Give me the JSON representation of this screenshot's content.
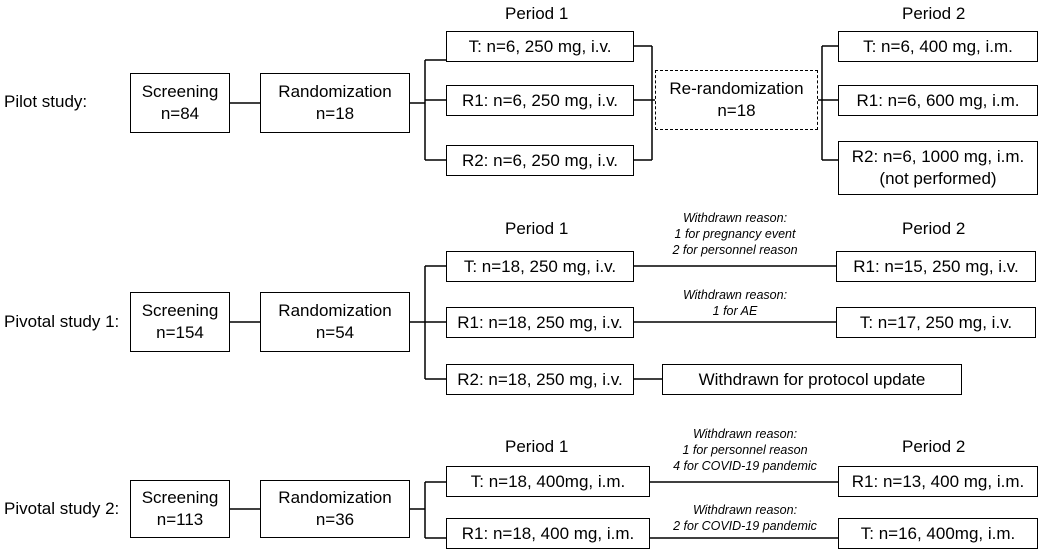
{
  "pilot": {
    "label": "Pilot study:",
    "period1": "Period 1",
    "period2": "Period 2",
    "screening": [
      "Screening",
      "n=84"
    ],
    "randomization": [
      "Randomization",
      "n=18"
    ],
    "arms_p1": [
      "T:  n=6, 250 mg, i.v.",
      "R1:  n=6, 250 mg, i.v.",
      "R2:  n=6, 250 mg, i.v."
    ],
    "rerandomization": [
      "Re-randomization",
      "n=18"
    ],
    "arms_p2": [
      "T:  n=6, 400 mg, i.m.",
      "R1:  n=6, 600 mg, i.m.",
      "R2:  n=6, 1000 mg, i.m.",
      "(not performed)"
    ]
  },
  "pivotal1": {
    "label": "Pivotal study 1:",
    "period1": "Period 1",
    "period2": "Period 2",
    "screening": [
      "Screening",
      "n=154"
    ],
    "randomization": [
      "Randomization",
      "n=54"
    ],
    "arms_p1": [
      "T:  n=18, 250 mg, i.v.",
      "R1:  n=18, 250 mg, i.v.",
      "R2:  n=18, 250 mg, i.v."
    ],
    "arms_p2": [
      "R1:  n=15, 250 mg, i.v.",
      "T:  n=17, 250 mg, i.v."
    ],
    "withdrawn_box": "Withdrawn for protocol update",
    "note1": [
      "Withdrawn reason:",
      "1 for pregnancy event",
      "2 for personnel reason"
    ],
    "note2": [
      "Withdrawn reason:",
      "1 for AE"
    ]
  },
  "pivotal2": {
    "label": "Pivotal study 2:",
    "period1": "Period 1",
    "period2": "Period 2",
    "screening": [
      "Screening",
      "n=113"
    ],
    "randomization": [
      "Randomization",
      "n=36"
    ],
    "arms_p1": [
      "T:  n=18, 400mg, i.m.",
      "R1:  n=18, 400 mg, i.m."
    ],
    "arms_p2": [
      "R1:  n=13, 400 mg, i.m.",
      "T:  n=16, 400mg, i.m."
    ],
    "note1": [
      "Withdrawn reason:",
      "1 for personnel reason",
      "4 for COVID-19 pandemic"
    ],
    "note2": [
      "Withdrawn reason:",
      "2 for COVID-19 pandemic"
    ]
  }
}
